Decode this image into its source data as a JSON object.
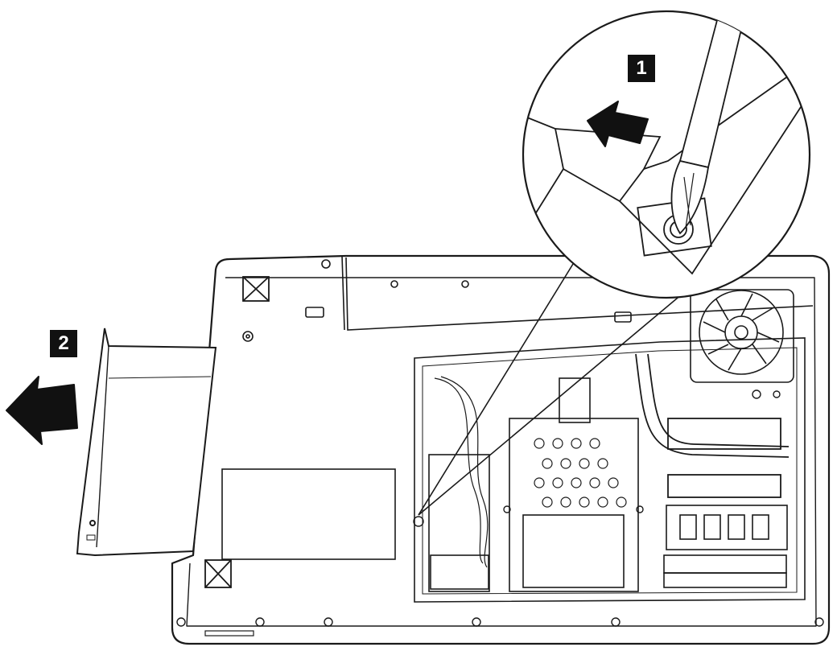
{
  "steps": [
    {
      "number": "1",
      "action": "remove-screw"
    },
    {
      "number": "2",
      "action": "slide-out-optical-drive"
    }
  ],
  "colors": {
    "line": "#1a1a1a",
    "fill": "#ffffff",
    "badge": "#111111",
    "arrow": "#111111"
  },
  "icons": [
    "screwdriver-icon",
    "screw-icon",
    "fan-icon",
    "arrow-left-icon"
  ]
}
